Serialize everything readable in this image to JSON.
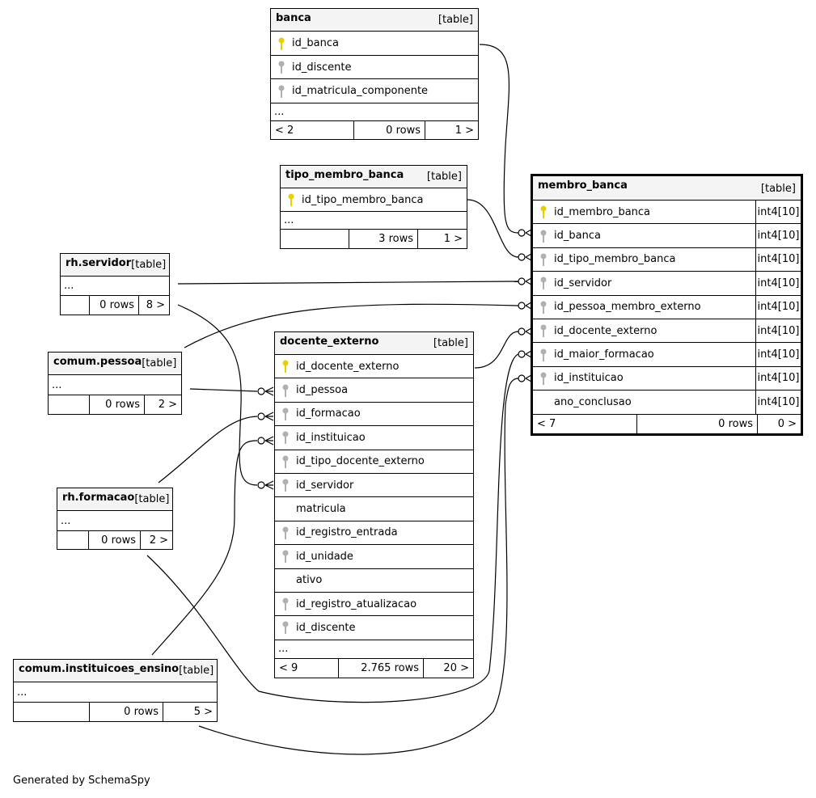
{
  "footer_note": "Generated by SchemaSpy",
  "tables": {
    "banca": {
      "name": "banca",
      "tag": "[table]",
      "columns": [
        {
          "name": "id_banca",
          "key": "primary"
        },
        {
          "name": "id_discente",
          "key": "foreign"
        },
        {
          "name": "id_matricula_componente",
          "key": "foreign"
        }
      ],
      "ellipsis": "...",
      "footer": {
        "parents": "< 2",
        "rows": "0 rows",
        "children": "1 >"
      }
    },
    "tipo_membro_banca": {
      "name": "tipo_membro_banca",
      "tag": "[table]",
      "columns": [
        {
          "name": "id_tipo_membro_banca",
          "key": "primary"
        }
      ],
      "ellipsis": "...",
      "footer": {
        "parents": "",
        "rows": "3 rows",
        "children": "1 >"
      }
    },
    "membro_banca": {
      "name": "membro_banca",
      "tag": "[table]",
      "columns": [
        {
          "name": "id_membro_banca",
          "key": "primary",
          "type": "int4[10]"
        },
        {
          "name": "id_banca",
          "key": "foreign",
          "type": "int4[10]"
        },
        {
          "name": "id_tipo_membro_banca",
          "key": "foreign",
          "type": "int4[10]"
        },
        {
          "name": "id_servidor",
          "key": "foreign",
          "type": "int4[10]"
        },
        {
          "name": "id_pessoa_membro_externo",
          "key": "foreign",
          "type": "int4[10]"
        },
        {
          "name": "id_docente_externo",
          "key": "foreign",
          "type": "int4[10]"
        },
        {
          "name": "id_maior_formacao",
          "key": "foreign",
          "type": "int4[10]"
        },
        {
          "name": "id_instituicao",
          "key": "foreign",
          "type": "int4[10]"
        },
        {
          "name": "ano_conclusao",
          "key": "none",
          "type": "int4[10]"
        }
      ],
      "footer": {
        "parents": "< 7",
        "rows": "0 rows",
        "children": "0 >"
      }
    },
    "rh_servidor": {
      "name": "rh.servidor",
      "tag": "[table]",
      "ellipsis": "...",
      "footer": {
        "parents": "",
        "rows": "0 rows",
        "children": "8 >"
      }
    },
    "comum_pessoa": {
      "name": "comum.pessoa",
      "tag": "[table]",
      "ellipsis": "...",
      "footer": {
        "parents": "",
        "rows": "0 rows",
        "children": "2 >"
      }
    },
    "docente_externo": {
      "name": "docente_externo",
      "tag": "[table]",
      "columns": [
        {
          "name": "id_docente_externo",
          "key": "primary"
        },
        {
          "name": "id_pessoa",
          "key": "foreign"
        },
        {
          "name": "id_formacao",
          "key": "foreign"
        },
        {
          "name": "id_instituicao",
          "key": "foreign"
        },
        {
          "name": "id_tipo_docente_externo",
          "key": "foreign"
        },
        {
          "name": "id_servidor",
          "key": "foreign"
        },
        {
          "name": "matricula",
          "key": "none"
        },
        {
          "name": "id_registro_entrada",
          "key": "foreign"
        },
        {
          "name": "id_unidade",
          "key": "foreign"
        },
        {
          "name": "ativo",
          "key": "none"
        },
        {
          "name": "id_registro_atualizacao",
          "key": "foreign"
        },
        {
          "name": "id_discente",
          "key": "foreign"
        }
      ],
      "ellipsis": "...",
      "footer": {
        "parents": "< 9",
        "rows": "2.765 rows",
        "children": "20 >"
      }
    },
    "rh_formacao": {
      "name": "rh.formacao",
      "tag": "[table]",
      "ellipsis": "...",
      "footer": {
        "parents": "",
        "rows": "0 rows",
        "children": "2 >"
      }
    },
    "comum_instituicoes_ensino": {
      "name": "comum.instituicoes_ensino",
      "tag": "[table]",
      "ellipsis": "...",
      "footer": {
        "parents": "",
        "rows": "0 rows",
        "children": "5 >"
      }
    }
  },
  "relationships": [
    {
      "from": "banca.id_banca",
      "to": "membro_banca.id_banca"
    },
    {
      "from": "tipo_membro_banca.id_tipo_membro_banca",
      "to": "membro_banca.id_tipo_membro_banca"
    },
    {
      "from": "rh.servidor",
      "to": "membro_banca.id_servidor"
    },
    {
      "from": "comum.pessoa",
      "to": "membro_banca.id_pessoa_membro_externo"
    },
    {
      "from": "docente_externo.id_docente_externo",
      "to": "membro_banca.id_docente_externo"
    },
    {
      "from": "rh.formacao",
      "to": "membro_banca.id_maior_formacao"
    },
    {
      "from": "comum.instituicoes_ensino",
      "to": "membro_banca.id_instituicao"
    },
    {
      "from": "comum.pessoa",
      "to": "docente_externo.id_pessoa"
    },
    {
      "from": "rh.formacao",
      "to": "docente_externo.id_formacao"
    },
    {
      "from": "comum.instituicoes_ensino",
      "to": "docente_externo.id_instituicao"
    },
    {
      "from": "rh.servidor",
      "to": "docente_externo.id_servidor"
    }
  ]
}
